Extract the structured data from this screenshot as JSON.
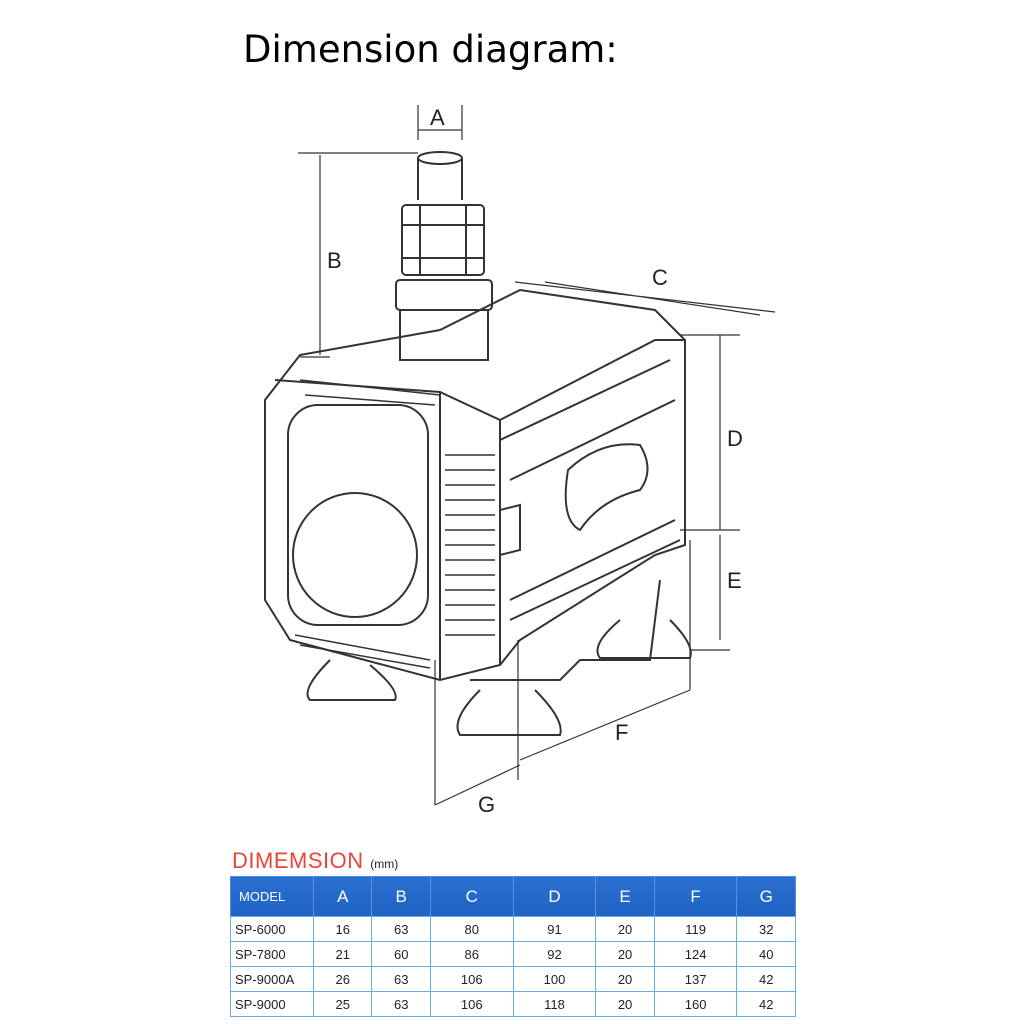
{
  "title": "Dimension diagram:",
  "diagram_labels": [
    "A",
    "B",
    "C",
    "D",
    "E",
    "F",
    "G"
  ],
  "table": {
    "heading": "DIMEMSION",
    "unit": "(mm)",
    "columns": [
      "MODEL",
      "A",
      "B",
      "C",
      "D",
      "E",
      "F",
      "G"
    ],
    "rows": [
      [
        "SP-6000",
        "16",
        "63",
        "80",
        "91",
        "20",
        "119",
        "32"
      ],
      [
        "SP-7800",
        "21",
        "60",
        "86",
        "92",
        "20",
        "124",
        "40"
      ],
      [
        "SP-9000A",
        "26",
        "63",
        "106",
        "100",
        "20",
        "137",
        "42"
      ],
      [
        "SP-9000",
        "25",
        "63",
        "106",
        "118",
        "20",
        "160",
        "42"
      ]
    ]
  }
}
